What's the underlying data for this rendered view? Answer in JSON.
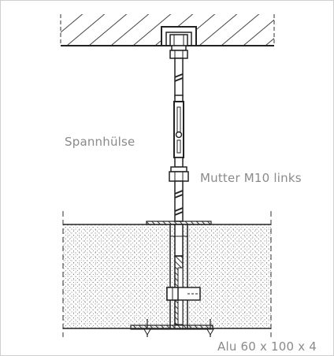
{
  "labels": {
    "spannhuelse": "Spannhülse",
    "mutter": "Mutter M10 links",
    "profile": "Alu 60 x 100 x 4"
  }
}
